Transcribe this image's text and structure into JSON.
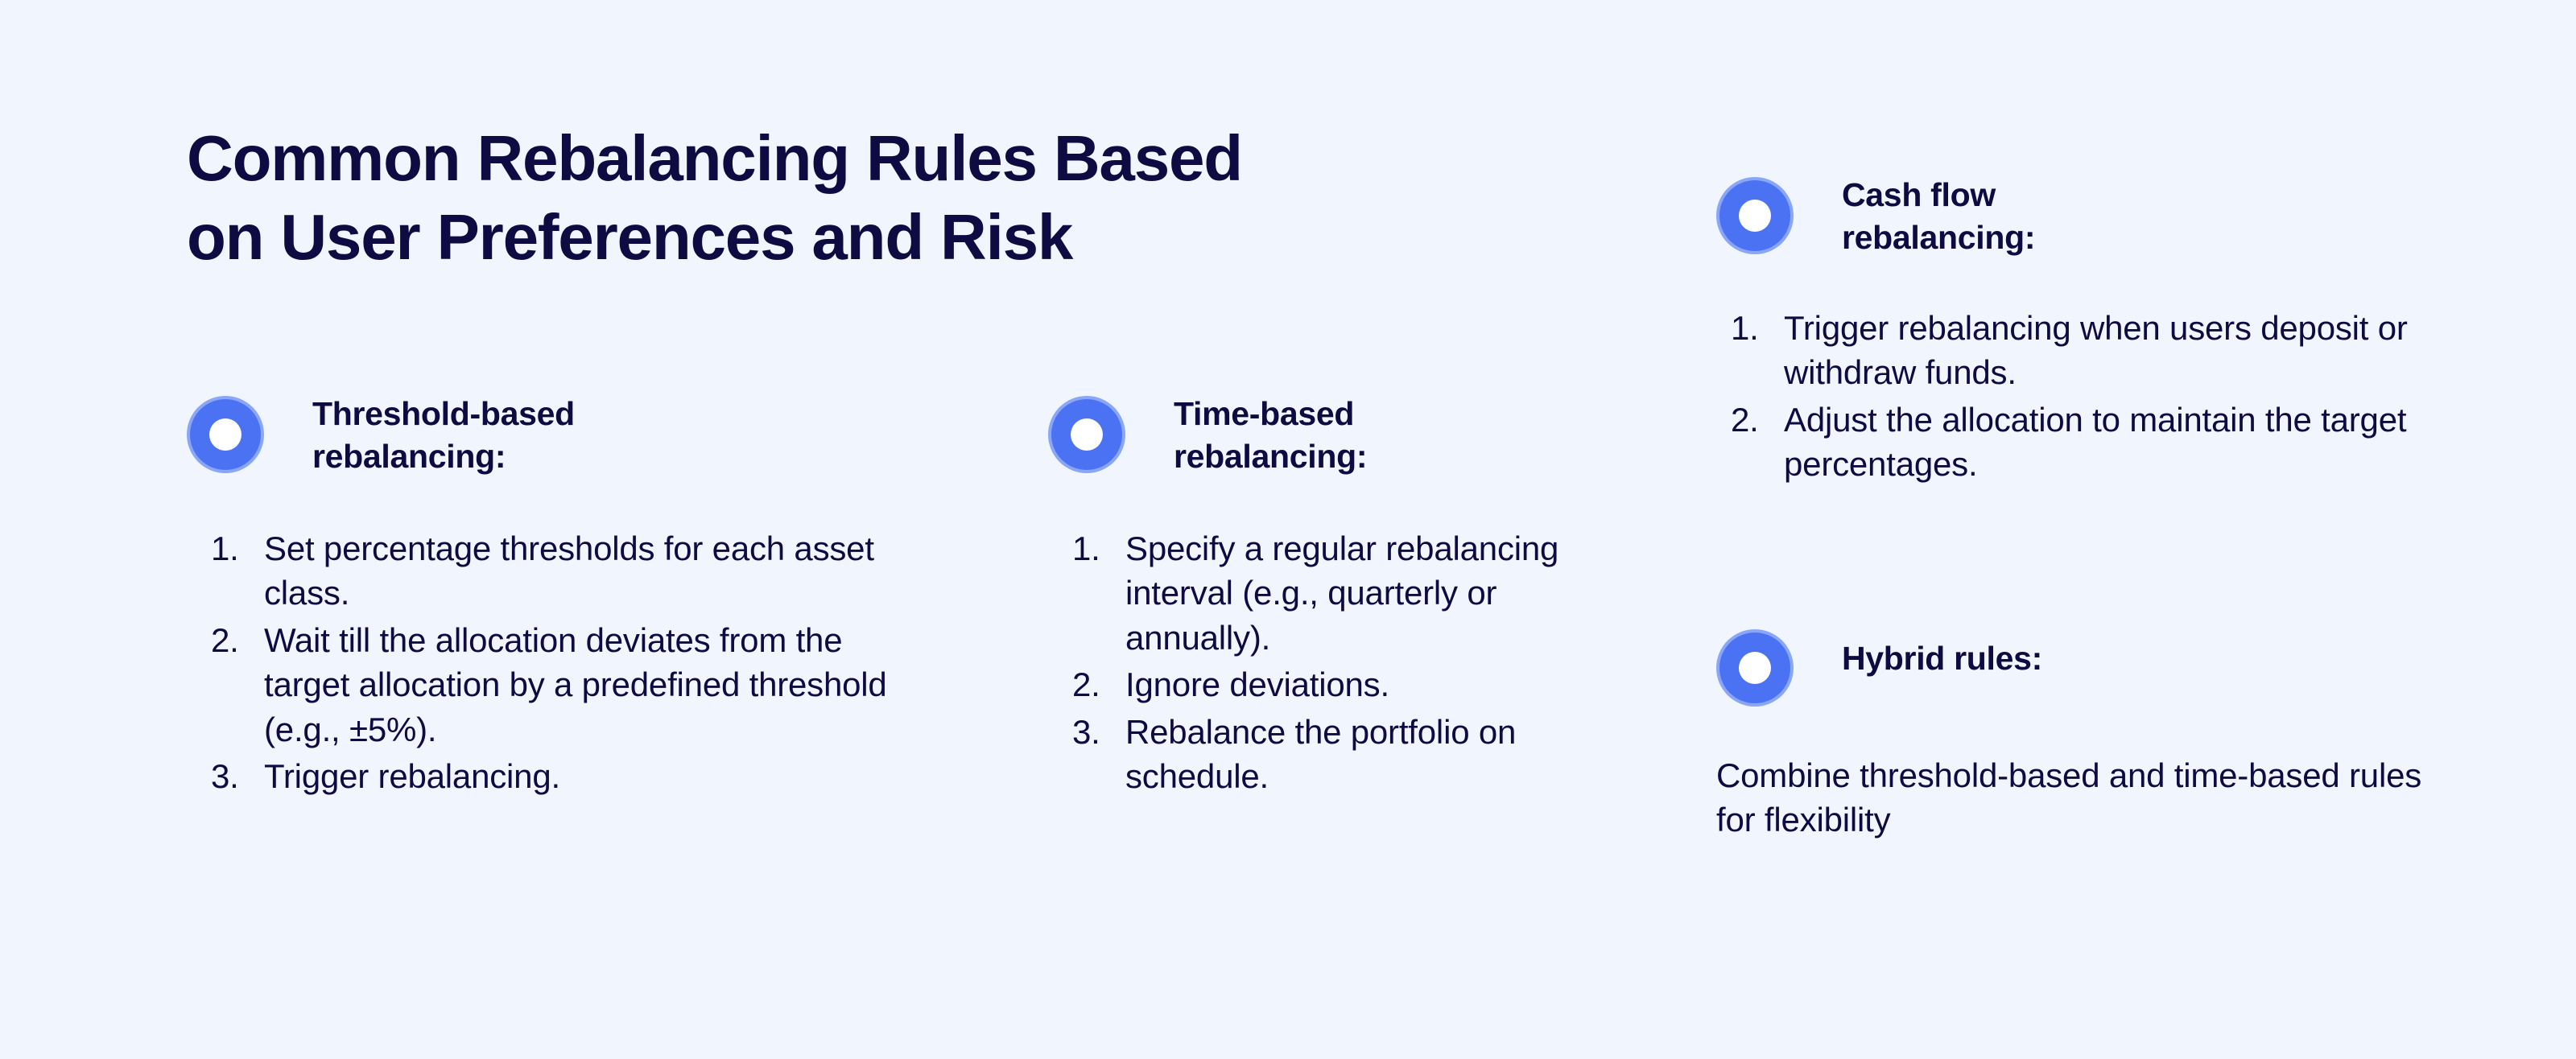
{
  "page": {
    "background_color": "#f1f5fe",
    "text_color": "#0d0b42",
    "accent_color": "#4b72f2",
    "title": "Common Rebalancing Rules Based\non User Preferences and Risk"
  },
  "blocks": [
    {
      "id": "threshold",
      "bullet_icon": "filled-circle-marker-icon",
      "title": "Threshold-based\nrebalancing:",
      "steps": [
        "Set percentage thresholds for each asset class.",
        "Wait till the allocation deviates from the target allocation by a predefined threshold (e.g., ±5%).",
        "Trigger rebalancing."
      ]
    },
    {
      "id": "time",
      "bullet_icon": "filled-circle-marker-icon",
      "title": "Time-based\nrebalancing:",
      "steps": [
        "Specify a regular rebalancing interval (e.g., quarterly or annually).",
        "Ignore deviations.",
        "Rebalance the portfolio on schedule."
      ]
    },
    {
      "id": "cashflow",
      "bullet_icon": "filled-circle-marker-icon",
      "title": "Cash flow\nrebalancing:",
      "steps": [
        "Trigger rebalancing when users deposit or withdraw funds.",
        "Adjust the allocation to maintain the target percentages."
      ]
    },
    {
      "id": "hybrid",
      "bullet_icon": "filled-circle-marker-icon",
      "title": "Hybrid rules:",
      "paragraph": "Combine threshold-based and time-based rules for flexibility"
    }
  ]
}
